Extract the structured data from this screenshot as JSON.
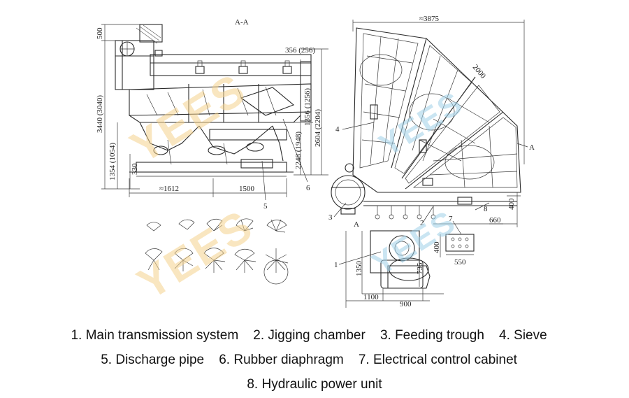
{
  "section_label": "A-A",
  "dimensions": {
    "top_width": "≈3875",
    "d500": "500",
    "d3440": "3440 (3040)",
    "d1354": "1354 (1054)",
    "d330": "330",
    "d1612": "≈1612",
    "d1500": "1500",
    "d356": "356 (256)",
    "d1356": "1356 (1256)",
    "d2248": "2248 (1948)",
    "d2604": "2604 (2204)",
    "d2000": "2000",
    "d400": "400",
    "d660": "660",
    "d400b": "400",
    "d550": "550",
    "d1350": "1350",
    "d735": "735",
    "d1100": "1100",
    "d900": "900"
  },
  "callouts": {
    "n1": "1",
    "n2": "2",
    "n3": "3",
    "n4": "4",
    "n5": "5",
    "n6": "6",
    "n7": "7",
    "n8": "8",
    "a_top": "A",
    "a_bottom": "A"
  },
  "watermark": "YEES",
  "legend": [
    "1. Main transmission system",
    "2. Jigging chamber",
    "3. Feeding trough",
    "4. Sieve",
    "5. Discharge pipe",
    "6. Rubber diaphragm",
    "7. Electrical control cabinet",
    "8. Hydraulic power unit"
  ]
}
